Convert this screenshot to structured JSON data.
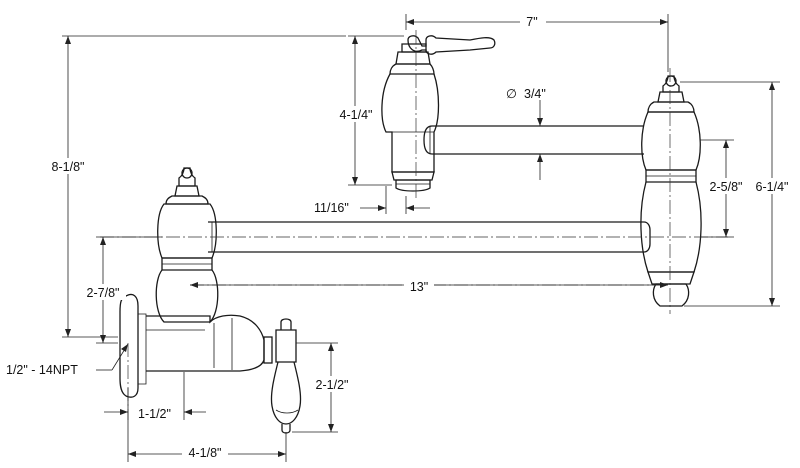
{
  "dimensions": {
    "spout_reach_top": "7\"",
    "outlet_height": "4-1/4\"",
    "pipe_diameter": "3/4\"",
    "diameter_symbol": "∅",
    "outlet_offset": "11/16\"",
    "overall_height": "8-1/8\"",
    "joint_height": "2-5/8\"",
    "hinge_height": "6-1/4\"",
    "arm_length": "13\"",
    "inlet_height": "2-7/8\"",
    "thread_spec": "1/2\" - 14NPT",
    "wall_offset": "1-1/2\"",
    "handle_drop": "2-1/2\"",
    "valve_depth": "4-1/8\""
  }
}
